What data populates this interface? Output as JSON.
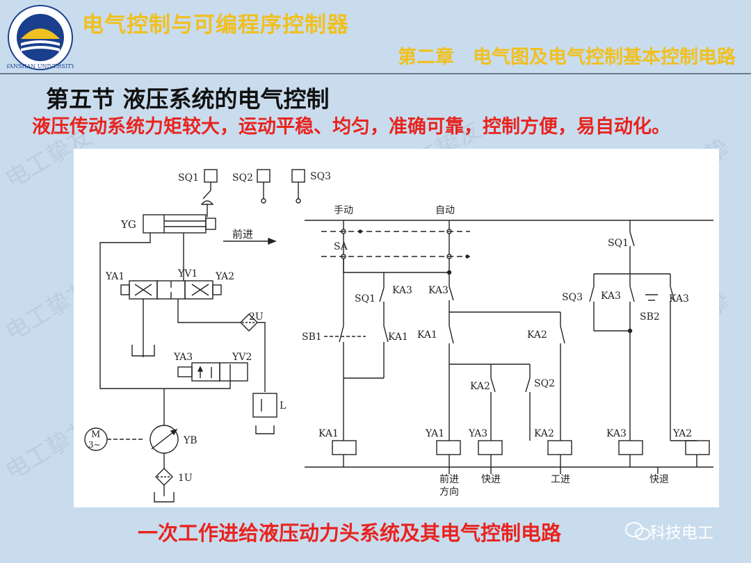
{
  "header": {
    "course_title": "电气控制与可编程序控制器",
    "chapter": "第二章　电气图及电气控制基本控制电路",
    "logo_text": "YANSHAN UNIVERSITY"
  },
  "section_title": "第五节  液压系统的电气控制",
  "subtitle": "液压传动系统力矩较大，运动平稳、均匀，准确可靠，控制方便，易自动化。",
  "caption": "一次工作进给液压动力头系统及其电气控制电路",
  "watermark": {
    "text": "电工挚友",
    "brand": "科技电工"
  },
  "hydraulic": {
    "limit_switches": [
      "SQ1",
      "SQ2",
      "SQ3"
    ],
    "cylinder": "YG",
    "direction_label": "前进",
    "valve1": {
      "left": "YA1",
      "name": "YV1",
      "right": "YA2"
    },
    "valve2": {
      "left": "YA3",
      "name": "YV2"
    },
    "filter_2u": "2U",
    "filter_1u": "1U",
    "motor_label": "M",
    "motor_phase": "3~",
    "pump": "YB",
    "pressure_relay": "L"
  },
  "electrical": {
    "selector": {
      "manual": "手动",
      "auto": "自动",
      "name": "SA"
    },
    "contacts": {
      "sq1_top": "SQ1",
      "sq1": "SQ1",
      "ka3_a": "KA3",
      "ka3_b": "KA3",
      "sb1": "SB1",
      "ka1_a": "KA1",
      "ka1_b": "KA1",
      "sq3": "SQ3",
      "ka3_c": "KA3",
      "ka3_d": "KA3",
      "sb2": "SB2",
      "ka2_a": "KA2",
      "ka2_b": "KA2",
      "sq2": "SQ2"
    },
    "coils": [
      {
        "name": "KA1",
        "function": ""
      },
      {
        "name": "YA1",
        "function": "前进\n方向"
      },
      {
        "name": "YA3",
        "function": "快进"
      },
      {
        "name": "KA2",
        "function": "工进"
      },
      {
        "name": "KA3",
        "function": ""
      },
      {
        "name": "YA2",
        "function": "快退"
      }
    ],
    "functions": {
      "ya1_a": "前进",
      "ya1_b": "方向",
      "ya3": "快进",
      "ka2": "工进",
      "ya2": "快退"
    }
  },
  "colors": {
    "title_yellow": "#f0c020",
    "accent_red": "#e8231e",
    "background": "#c9dcee"
  }
}
